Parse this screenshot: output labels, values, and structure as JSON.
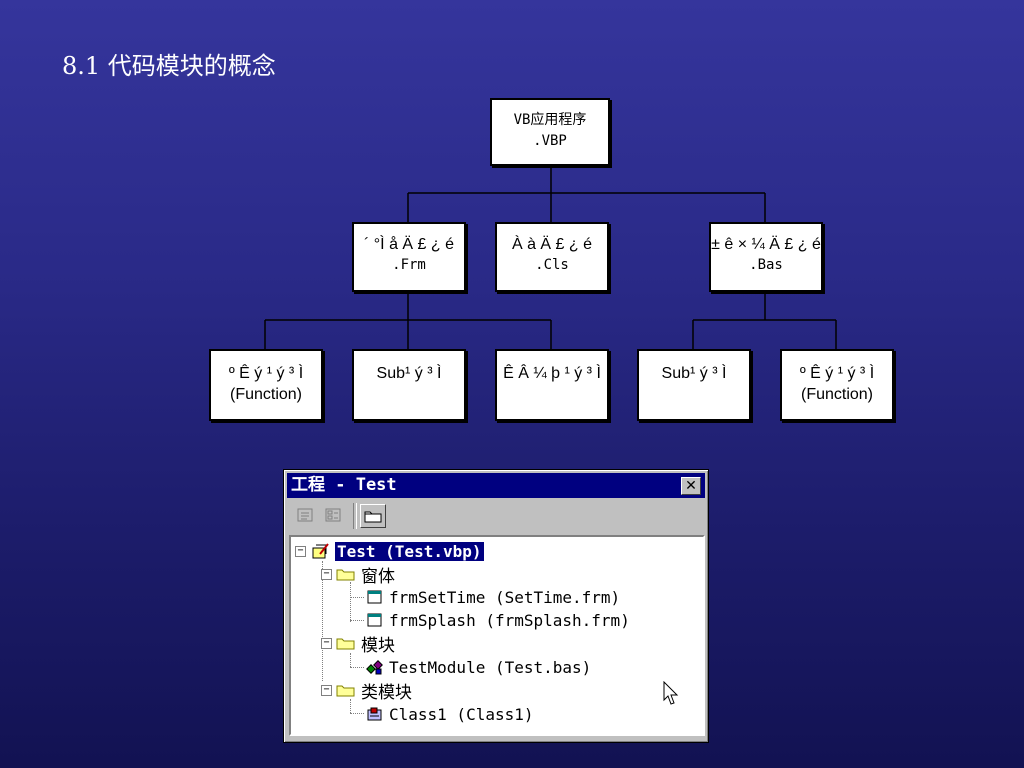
{
  "slide": {
    "title": "8.1  代码模块的概念"
  },
  "diagram": {
    "root": {
      "line1": "VB应用程序",
      "line2": ".VBP"
    },
    "level2": [
      {
        "line1": "´ °Ì å Ä £ ¿ é",
        "line2": ".Frm"
      },
      {
        "line1": "À à Ä £ ¿ é",
        "line2": ".Cls"
      },
      {
        "line1": "± ê × ¼ Ä £ ¿ é",
        "line2": ".Bas"
      }
    ],
    "level3": [
      {
        "line1": "º Ê ý ¹ ý ³ Ì",
        "line2": "(Function)"
      },
      {
        "line1": "Sub¹ ý ³ Ì",
        "line2": ""
      },
      {
        "line1": "Ê Â ¼ þ ¹ ý ³ Ì",
        "line2": ""
      },
      {
        "line1": "Sub¹ ý ³ Ì",
        "line2": ""
      },
      {
        "line1": "º Ê ý ¹ ý ³ Ì",
        "line2": "(Function)"
      }
    ]
  },
  "project_window": {
    "title": "工程 - Test",
    "close_glyph": "✕",
    "toolbar": [
      {
        "name": "view-code",
        "icon": "view-code-icon"
      },
      {
        "name": "view-object",
        "icon": "view-object-icon"
      },
      {
        "name": "toggle-folders",
        "icon": "folder-icon"
      }
    ],
    "tree": [
      {
        "label": "Test (Test.vbp)",
        "icon": "project-icon",
        "level": 0,
        "expander": "−",
        "selected": true
      },
      {
        "label": "窗体",
        "icon": "folder-icon",
        "level": 1,
        "expander": "−"
      },
      {
        "label": "frmSetTime (SetTime.frm)",
        "icon": "form-icon",
        "level": 2
      },
      {
        "label": "frmSplash (frmSplash.frm)",
        "icon": "form-icon",
        "level": 2
      },
      {
        "label": "模块",
        "icon": "folder-icon",
        "level": 1,
        "expander": "−"
      },
      {
        "label": "TestModule (Test.bas)",
        "icon": "module-icon",
        "level": 2
      },
      {
        "label": "类模块",
        "icon": "folder-icon",
        "level": 1,
        "expander": "−"
      },
      {
        "label": "Class1 (Class1)",
        "icon": "class-module-icon",
        "level": 2
      }
    ]
  },
  "colors": {
    "background_top": "#35359c",
    "background_bottom": "#121252",
    "titlebar": "#000080",
    "window_face": "#c0c0c0"
  }
}
